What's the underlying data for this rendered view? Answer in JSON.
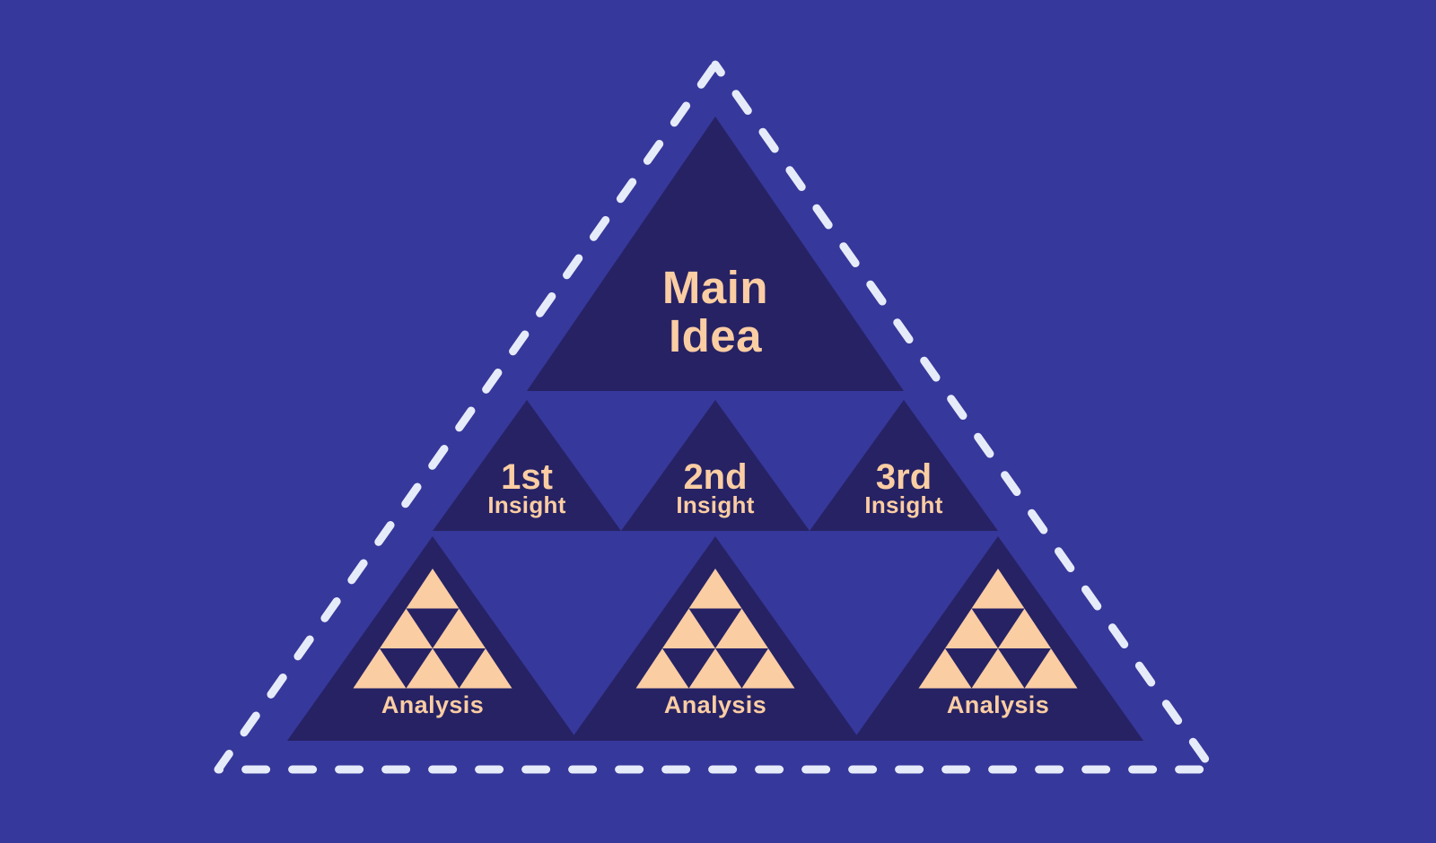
{
  "colors": {
    "background": "#36389B",
    "dark_triangle": "#262264",
    "peach_accent": "#FBCDA3",
    "dashed_line": "#E6EBF9"
  },
  "pyramid": {
    "top": {
      "label_line1": "Main",
      "label_line2": "Idea"
    },
    "middle": [
      {
        "rank": "1st",
        "label": "Insight"
      },
      {
        "rank": "2nd",
        "label": "Insight"
      },
      {
        "rank": "3rd",
        "label": "Insight"
      }
    ],
    "bottom": [
      {
        "label": "Analysis"
      },
      {
        "label": "Analysis"
      },
      {
        "label": "Analysis"
      }
    ]
  }
}
